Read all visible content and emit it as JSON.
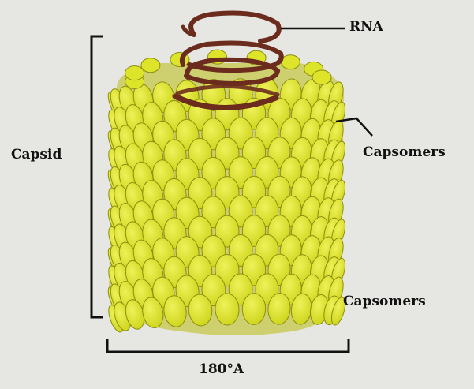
{
  "labels": {
    "rna": "RNA",
    "capsid": "Capsid",
    "capsomers_top": "Capsomers",
    "capsomers_bottom": "Capsomers",
    "width": "180°A"
  },
  "colors": {
    "background": "#e6e6e2",
    "capsomer_fill": "#dde42a",
    "capsomer_outline": "#8d8f12",
    "rna": "#6b2c1e",
    "ink": "#111111"
  }
}
